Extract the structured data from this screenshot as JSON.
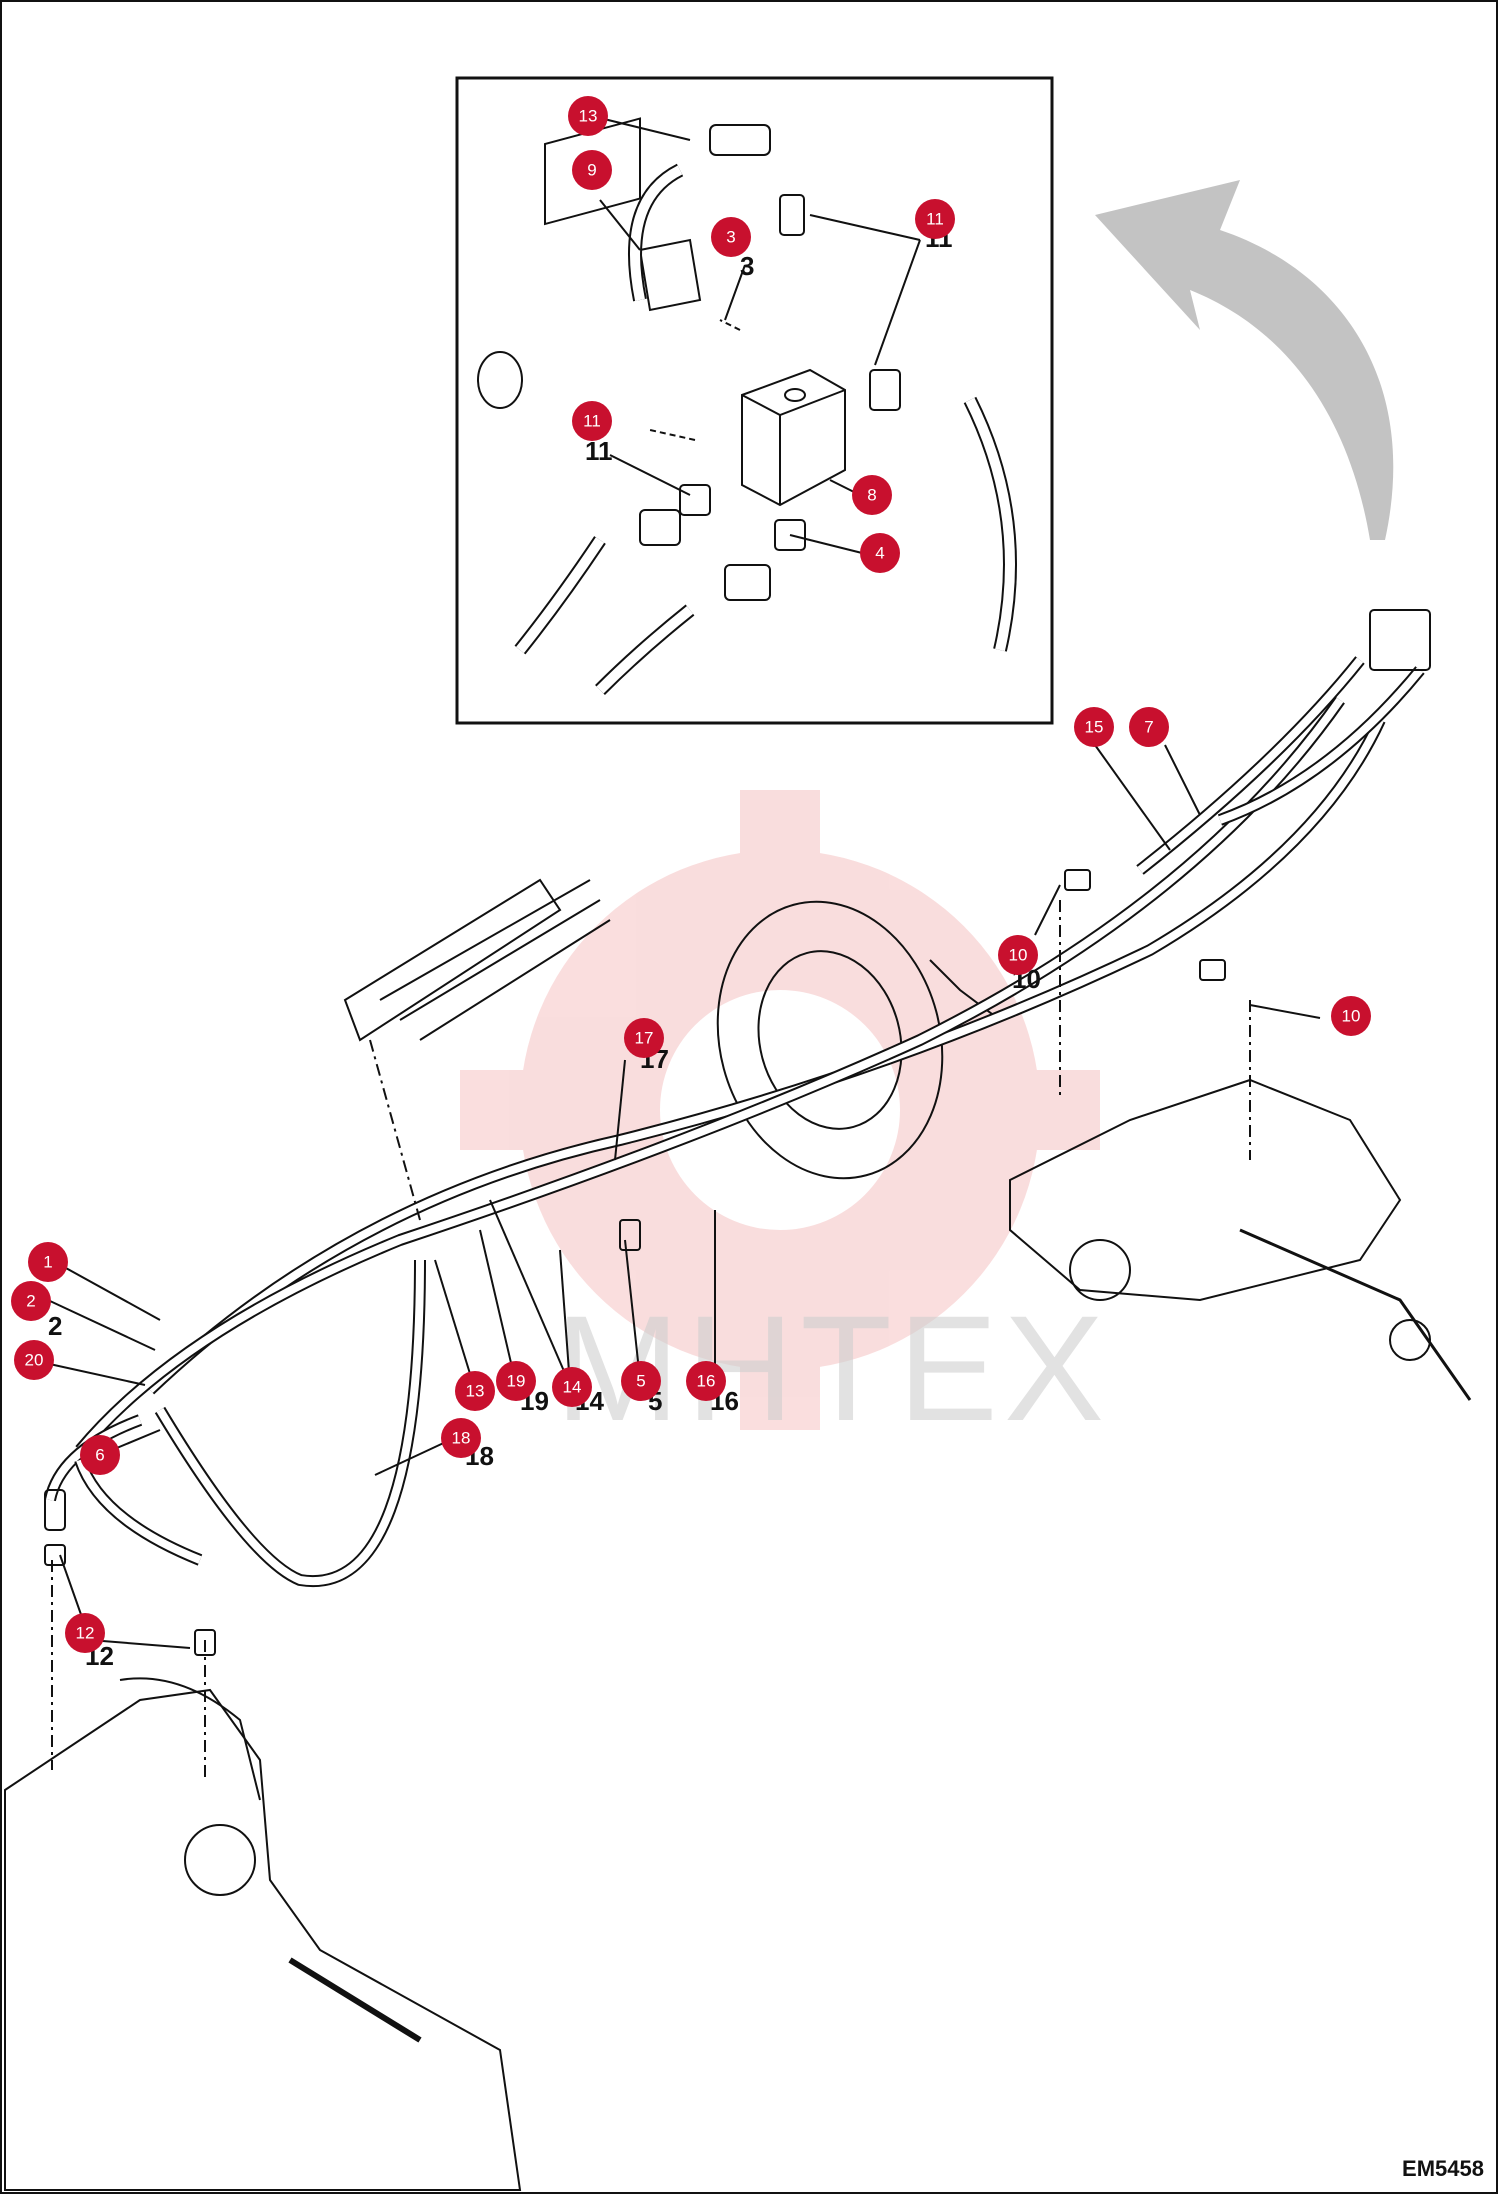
{
  "drawing_code": "EM5458",
  "watermark": "MHTEX",
  "colors": {
    "callout": "#c8102e",
    "watermark_gear": "#f3b5b5",
    "line": "#111111",
    "arrow": "#b9b9b9"
  },
  "inset_callouts": [
    "13",
    "9",
    "3",
    "11",
    "11",
    "8",
    "4"
  ],
  "main_callouts": [
    "15",
    "7",
    "10",
    "10",
    "17",
    "1",
    "2",
    "20",
    "6",
    "13",
    "19",
    "14",
    "5",
    "16",
    "18",
    "12"
  ],
  "plain_numbers": [
    "3",
    "11",
    "11",
    "10",
    "17",
    "2",
    "19",
    "14",
    "5",
    "16",
    "18",
    "12"
  ]
}
